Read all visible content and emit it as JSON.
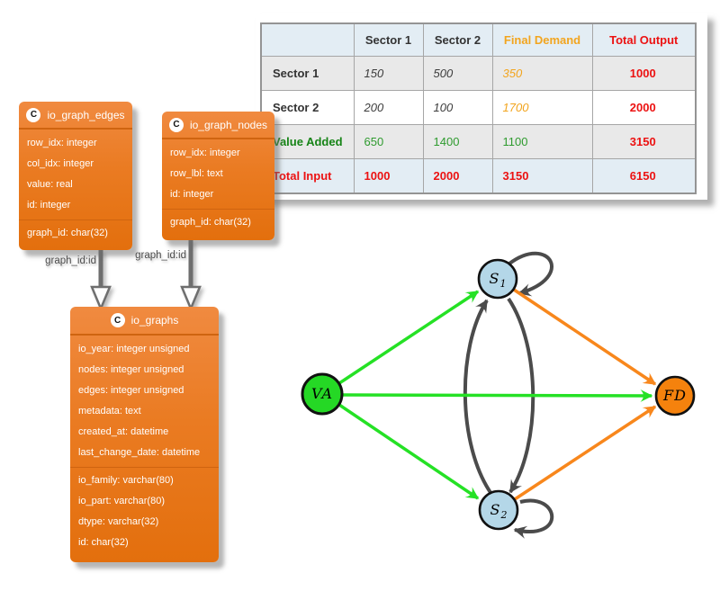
{
  "table": {
    "headers": [
      "",
      "Sector 1",
      "Sector 2",
      "Final Demand",
      "Total Output"
    ],
    "rows": [
      {
        "label": "Sector 1",
        "cells": [
          "150",
          "500",
          "350",
          "1000"
        ]
      },
      {
        "label": "Sector 2",
        "cells": [
          "200",
          "100",
          "1700",
          "2000"
        ]
      },
      {
        "label": "Value Added",
        "cells": [
          "650",
          "1400",
          "1100",
          "3150"
        ]
      },
      {
        "label": "Total Input",
        "cells": [
          "1000",
          "2000",
          "3150",
          "6150"
        ]
      }
    ],
    "colors": {
      "red": "#ec1212",
      "orange": "#f2a51f",
      "green": "#2f9b2f",
      "header_bg": "#e3edf4",
      "alt_row_bg": "#e9e9e9"
    }
  },
  "er": {
    "edges_table": {
      "badge": "C",
      "name": "io_graph_edges",
      "fields": [
        "row_idx: integer",
        "col_idx: integer",
        "value: real",
        "id: integer"
      ],
      "key_fields": [
        "graph_id: char(32)"
      ]
    },
    "nodes_table": {
      "badge": "C",
      "name": "io_graph_nodes",
      "fields": [
        "row_idx: integer",
        "row_lbl: text",
        "id: integer"
      ],
      "key_fields": [
        "graph_id: char(32)"
      ]
    },
    "graphs_table": {
      "badge": "C",
      "name": "io_graphs",
      "fields": [
        "io_year: integer unsigned",
        "nodes: integer unsigned",
        "edges: integer unsigned",
        "metadata: text",
        "created_at: datetime",
        "last_change_date: datetime"
      ],
      "key_fields": [
        "io_family: varchar(80)",
        "io_part: varchar(80)",
        "dtype: varchar(32)",
        "id: char(32)"
      ]
    },
    "connectors": [
      {
        "label": "graph_id:id",
        "from": "io_graph_edges",
        "to": "io_graphs"
      },
      {
        "label": "graph_id:id",
        "from": "io_graph_nodes",
        "to": "io_graphs"
      }
    ],
    "box_color": "#ea7b22"
  },
  "graph": {
    "nodes": [
      {
        "id": "VA",
        "label": "VA",
        "sub": "",
        "color": "#25d825"
      },
      {
        "id": "S1",
        "label": "S",
        "sub": "1",
        "color": "#b4d7e8"
      },
      {
        "id": "S2",
        "label": "S",
        "sub": "2",
        "color": "#b4d7e8"
      },
      {
        "id": "FD",
        "label": "FD",
        "sub": "",
        "color": "#f5820d"
      }
    ],
    "edges": [
      {
        "from": "VA",
        "to": "S1",
        "color": "#25e125"
      },
      {
        "from": "VA",
        "to": "FD",
        "color": "#25e125"
      },
      {
        "from": "VA",
        "to": "S2",
        "color": "#25e125"
      },
      {
        "from": "S1",
        "to": "FD",
        "color": "#f8871c"
      },
      {
        "from": "S2",
        "to": "FD",
        "color": "#f8871c"
      },
      {
        "from": "S2",
        "to": "S1",
        "color": "#4b4b4b"
      },
      {
        "from": "S1",
        "to": "S2",
        "color": "#4b4b4b"
      },
      {
        "from": "S1",
        "to": "S1",
        "color": "#4b4b4b"
      },
      {
        "from": "S2",
        "to": "S2",
        "color": "#4b4b4b"
      }
    ]
  }
}
